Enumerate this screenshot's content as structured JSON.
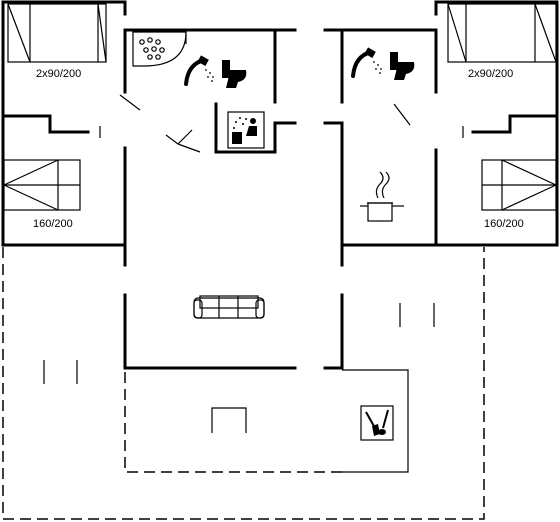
{
  "plan": {
    "bed_labels": {
      "upper_left": "2x90/200",
      "lower_left": "160/200",
      "upper_right": "2x90/200",
      "lower_right": "160/200"
    },
    "icons": {
      "jacuzzi": "jacuzzi-icon",
      "shower": "shower-icon",
      "toilet": "toilet-icon",
      "sauna": "sauna-icon",
      "stove": "stove-icon",
      "sofa": "sofa-icon",
      "table": "table-icon",
      "utility": "utility-icon"
    }
  }
}
